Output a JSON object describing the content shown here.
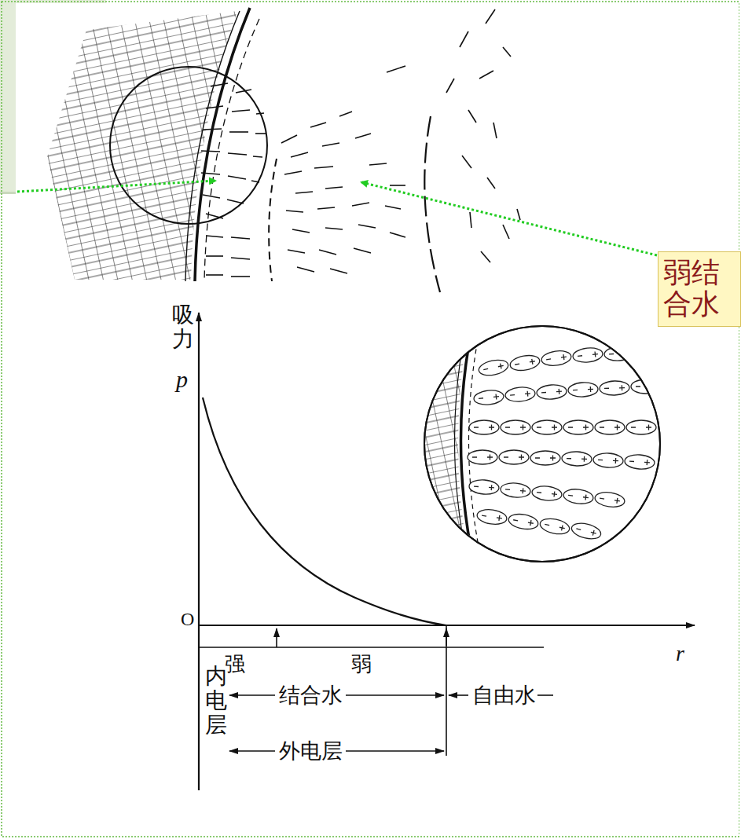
{
  "diagram": {
    "nodes": [
      {
        "text": [
          "弱结合水"
        ]
      }
    ],
    "labels": [
      "吸力",
      "p",
      "O",
      "r",
      "强",
      "弱",
      "内电层",
      "结合水",
      "自由水",
      "外电层"
    ]
  }
}
